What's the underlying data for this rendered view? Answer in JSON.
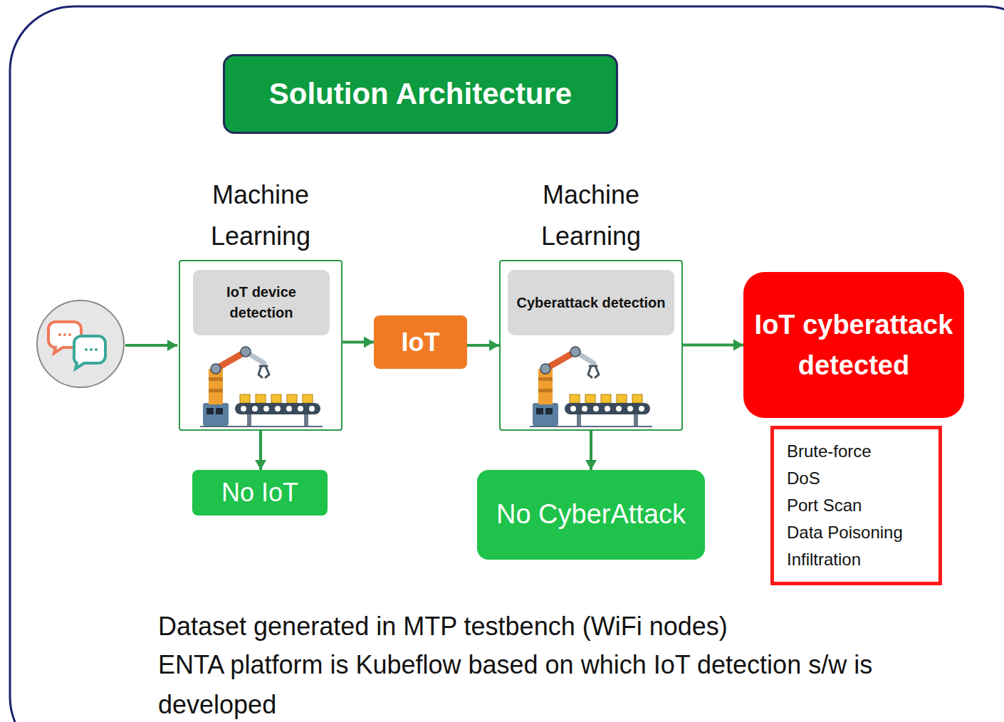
{
  "diagram": {
    "title": "Solution Architecture",
    "nodes": [
      {
        "text": [
          "Machine Learning"
        ]
      },
      {
        "text": [
          "IoT device detection"
        ],
        "in": 0
      },
      {
        "text": [
          "IoT"
        ]
      },
      {
        "text": [
          "Machine Learning"
        ]
      },
      {
        "text": [
          "Cyberattack detection"
        ],
        "in": 3
      },
      {
        "text": [
          "IoT cyberattack detected"
        ]
      },
      {
        "text": [
          "Brute-force",
          "DoS",
          "Port Scan",
          "Data Poisoning",
          "Infiltration"
        ]
      },
      {
        "text": [
          "No IoT"
        ]
      },
      {
        "text": [
          "No CyberAttack"
        ]
      }
    ],
    "edges": [
      {
        "from": 0,
        "to": 2,
        "arrow": "to"
      },
      {
        "from": 2,
        "to": 3,
        "arrow": "to"
      },
      {
        "from": 3,
        "to": 5,
        "arrow": "to"
      },
      {
        "from": 0,
        "to": 7,
        "arrow": "to"
      },
      {
        "from": 3,
        "to": 8,
        "arrow": "to"
      }
    ],
    "labels": [
      "Dataset generated in MTP testbench (WiFi nodes)",
      "ENTA platform is Kubeflow based on which  IoT detection s/w is developed"
    ]
  }
}
